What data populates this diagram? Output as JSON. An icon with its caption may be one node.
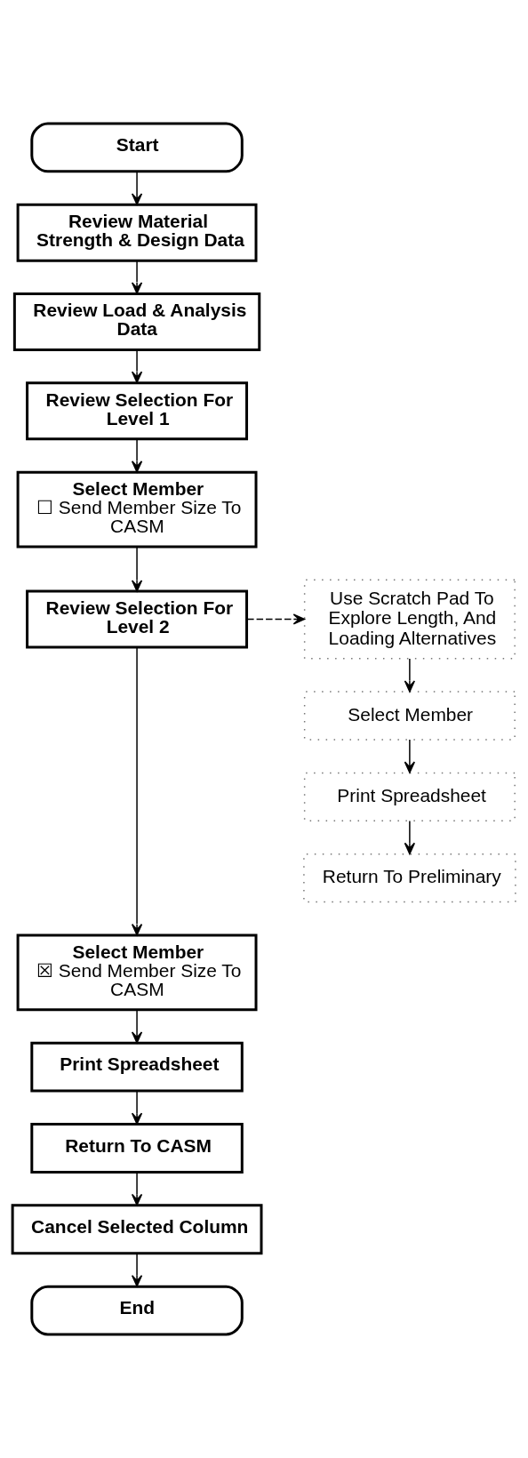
{
  "diagram": {
    "nodes": [
      {
        "text": [
          "Start"
        ]
      },
      {
        "text": [
          "Review Material Strength & Design Data"
        ]
      },
      {
        "text": [
          "Review Load & Analysis Data"
        ]
      },
      {
        "text": [
          "Review Selection For Level 1"
        ]
      },
      {
        "text": [
          "Select Member",
          "☐ Send Member Size To CASM"
        ]
      },
      {
        "text": [
          "Review Selection For Level 2"
        ]
      },
      {
        "text": [
          "Use Scratch Pad To Explore Length, And Loading Alternatives"
        ]
      },
      {
        "text": [
          "Select Member"
        ]
      },
      {
        "text": [
          "Print Spreadsheet"
        ]
      },
      {
        "text": [
          "Return To Preliminary"
        ]
      },
      {
        "text": [
          "Select Member",
          "☒ Send Member Size To CASM"
        ]
      },
      {
        "text": [
          "Print Spreadsheet"
        ]
      },
      {
        "text": [
          "Return To CASM"
        ]
      },
      {
        "text": [
          "Cancel Selected Column"
        ]
      },
      {
        "text": [
          "End"
        ]
      }
    ],
    "edges": [
      {
        "from": 0,
        "to": 1,
        "arrow": "to"
      },
      {
        "from": 1,
        "to": 2,
        "arrow": "to"
      },
      {
        "from": 2,
        "to": 3,
        "arrow": "to"
      },
      {
        "from": 3,
        "to": 4,
        "arrow": "to"
      },
      {
        "from": 4,
        "to": 5,
        "arrow": "to"
      },
      {
        "from": 5,
        "to": 6,
        "arrow": "to",
        "style": "dashed"
      },
      {
        "from": 6,
        "to": 7,
        "arrow": "to"
      },
      {
        "from": 7,
        "to": 8,
        "arrow": "to"
      },
      {
        "from": 8,
        "to": 9,
        "arrow": "to"
      },
      {
        "from": 5,
        "to": 10,
        "arrow": "to"
      },
      {
        "from": 10,
        "to": 11,
        "arrow": "to"
      },
      {
        "from": 11,
        "to": 12,
        "arrow": "to"
      },
      {
        "from": 12,
        "to": 13,
        "arrow": "to"
      },
      {
        "from": 13,
        "to": 14,
        "arrow": "to"
      }
    ]
  }
}
